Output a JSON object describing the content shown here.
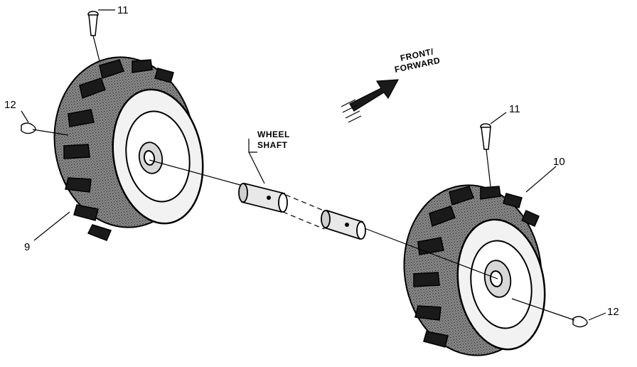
{
  "diagram": {
    "labels": {
      "pin_left": "11",
      "pin_right": "11",
      "clip_left": "12",
      "clip_right": "12",
      "wheel_left": "9",
      "wheel_right": "10"
    },
    "captions": {
      "front_line1": "FRONT/",
      "front_line2": "FORWARD",
      "shaft_line1": "WHEEL",
      "shaft_line2": "SHAFT"
    }
  }
}
